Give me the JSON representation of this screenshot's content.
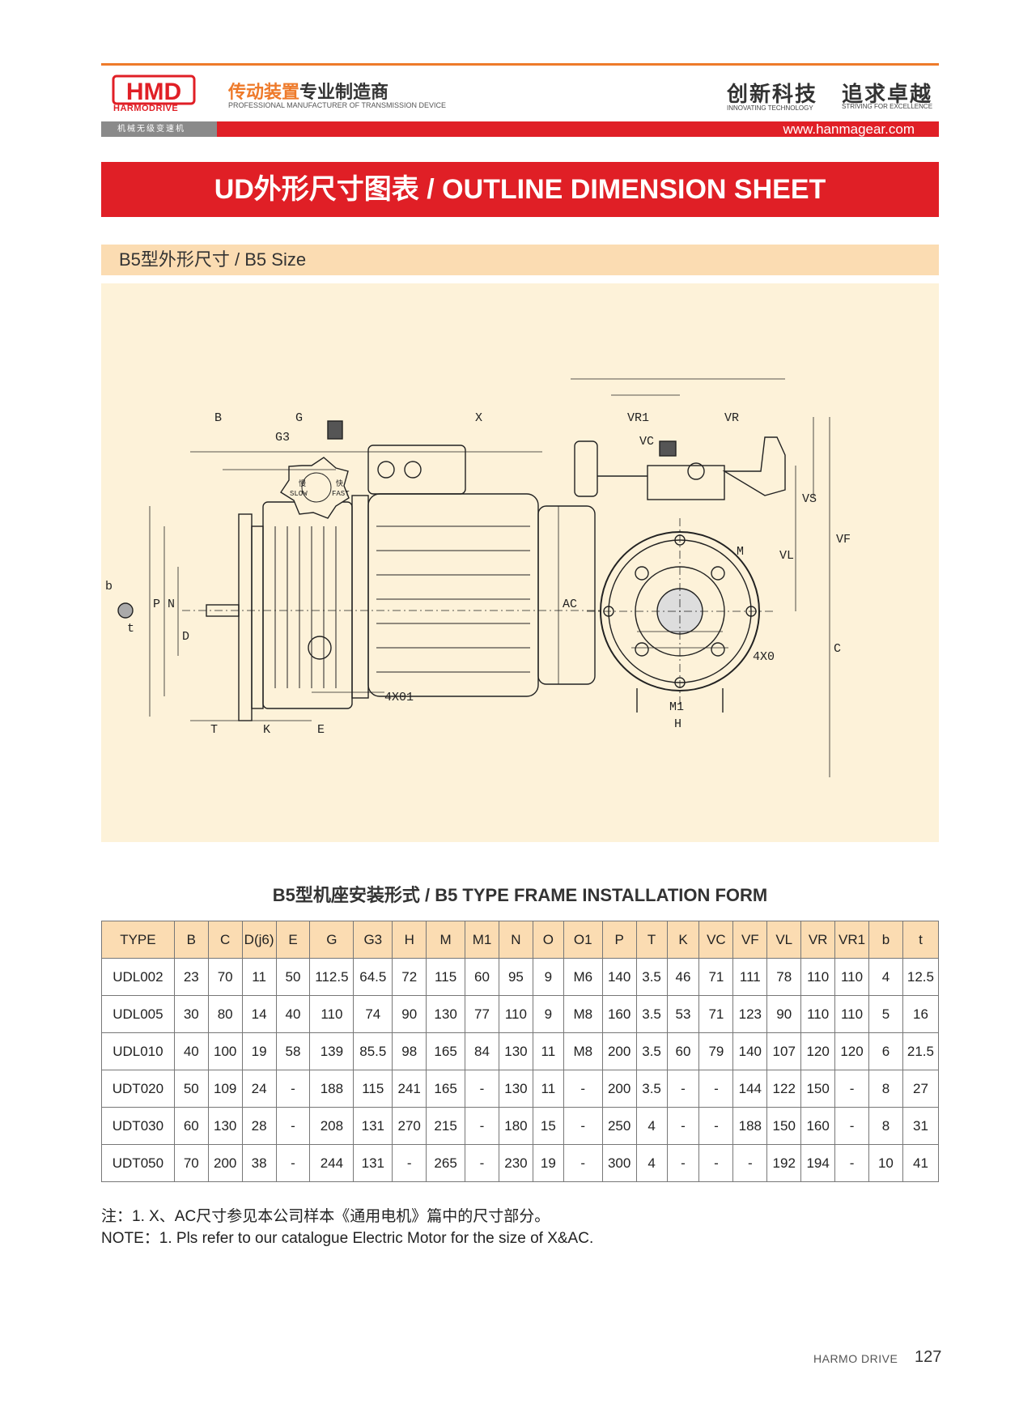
{
  "header": {
    "logo_text": "HMD",
    "logo_brand": "HARMODRIVE",
    "slogan_cn_a": "传动装置",
    "slogan_cn_b": "专业制造商",
    "slogan_en": "PROFESSIONAL MANUFACTURER OF TRANSMISSION DEVICE",
    "motto1_cn": "创新科技",
    "motto1_en": "INNOVATING TECHNOLOGY",
    "motto2_cn": "追求卓越",
    "motto2_en": "STRIVING FOR EXCELLENCE",
    "category_cn": "机械无级变速机",
    "website": "www.hanmagear.com"
  },
  "title": "UD外形尺寸图表 / OUTLINE DIMENSION SHEET",
  "section": "B5型外形尺寸 / B5 Size",
  "drawing": {
    "labels_side": [
      "B",
      "G",
      "X",
      "G3",
      "b",
      "t",
      "P",
      "N",
      "D",
      "AC",
      "T",
      "K",
      "E",
      "4X01"
    ],
    "labels_front": [
      "VR1",
      "VR",
      "VC",
      "VS",
      "VF",
      "VL",
      "M",
      "C",
      "4X0",
      "M1",
      "H"
    ],
    "knob_slow": "SLOW",
    "knob_fast": "FAST",
    "knob_slow_cn": "慢",
    "knob_fast_cn": "快"
  },
  "table": {
    "title": "B5型机座安装形式 / B5 TYPE FRAME INSTALLATION FORM",
    "headers": [
      "TYPE",
      "B",
      "C",
      "D(j6)",
      "E",
      "G",
      "G3",
      "H",
      "M",
      "M1",
      "N",
      "O",
      "O1",
      "P",
      "T",
      "K",
      "VC",
      "VF",
      "VL",
      "VR",
      "VR1",
      "b",
      "t"
    ],
    "rows": [
      [
        "UDL002",
        "23",
        "70",
        "11",
        "50",
        "112.5",
        "64.5",
        "72",
        "115",
        "60",
        "95",
        "9",
        "M6",
        "140",
        "3.5",
        "46",
        "71",
        "111",
        "78",
        "110",
        "110",
        "4",
        "12.5"
      ],
      [
        "UDL005",
        "30",
        "80",
        "14",
        "40",
        "110",
        "74",
        "90",
        "130",
        "77",
        "110",
        "9",
        "M8",
        "160",
        "3.5",
        "53",
        "71",
        "123",
        "90",
        "110",
        "110",
        "5",
        "16"
      ],
      [
        "UDL010",
        "40",
        "100",
        "19",
        "58",
        "139",
        "85.5",
        "98",
        "165",
        "84",
        "130",
        "11",
        "M8",
        "200",
        "3.5",
        "60",
        "79",
        "140",
        "107",
        "120",
        "120",
        "6",
        "21.5"
      ],
      [
        "UDT020",
        "50",
        "109",
        "24",
        "-",
        "188",
        "115",
        "241",
        "165",
        "-",
        "130",
        "11",
        "-",
        "200",
        "3.5",
        "-",
        "-",
        "144",
        "122",
        "150",
        "-",
        "8",
        "27"
      ],
      [
        "UDT030",
        "60",
        "130",
        "28",
        "-",
        "208",
        "131",
        "270",
        "215",
        "-",
        "180",
        "15",
        "-",
        "250",
        "4",
        "-",
        "-",
        "188",
        "150",
        "160",
        "-",
        "8",
        "31"
      ],
      [
        "UDT050",
        "70",
        "200",
        "38",
        "-",
        "244",
        "131",
        "-",
        "265",
        "-",
        "230",
        "19",
        "-",
        "300",
        "4",
        "-",
        "-",
        "-",
        "192",
        "194",
        "-",
        "10",
        "41"
      ]
    ]
  },
  "notes": {
    "cn": "注：1. X、AC尺寸参见本公司样本《通用电机》篇中的尺寸部分。",
    "en": "NOTE：1. Pls refer to our catalogue Electric Motor for the size of X&AC."
  },
  "footer": {
    "brand": "HARMO DRIVE",
    "page": "127"
  }
}
